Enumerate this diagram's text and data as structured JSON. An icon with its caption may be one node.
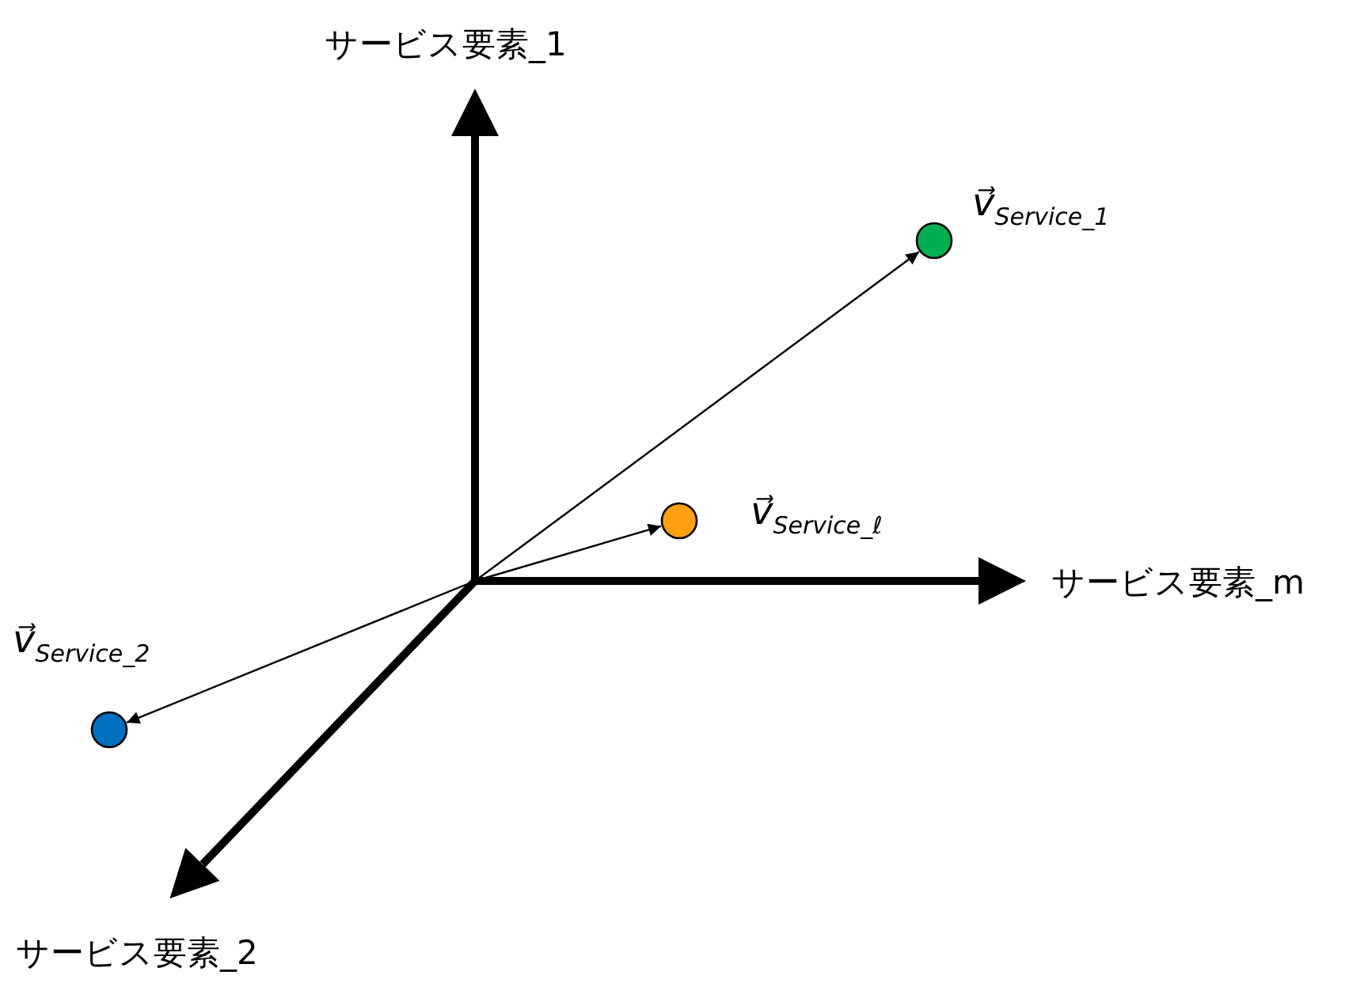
{
  "diagram": {
    "nodes": [
      {
        "text": [],
        "shape": "circle",
        "beside": [
          "v⃗$_{Service_1}$"
        ]
      },
      {
        "text": [],
        "shape": "circle",
        "beside": [
          "v⃗$_{Service_ℓ}$"
        ]
      },
      {
        "text": [],
        "shape": "circle",
        "beside": [
          "v⃗$_{Service_2}$"
        ]
      }
    ],
    "edges": [
      {
        "from": null,
        "to": 0,
        "arrow": "to"
      },
      {
        "from": null,
        "to": 1,
        "arrow": "to"
      },
      {
        "from": null,
        "to": 2,
        "arrow": "to"
      }
    ],
    "labels": [
      "サービス要素_1",
      "サービス要素_m",
      "サービス要素_2"
    ]
  }
}
